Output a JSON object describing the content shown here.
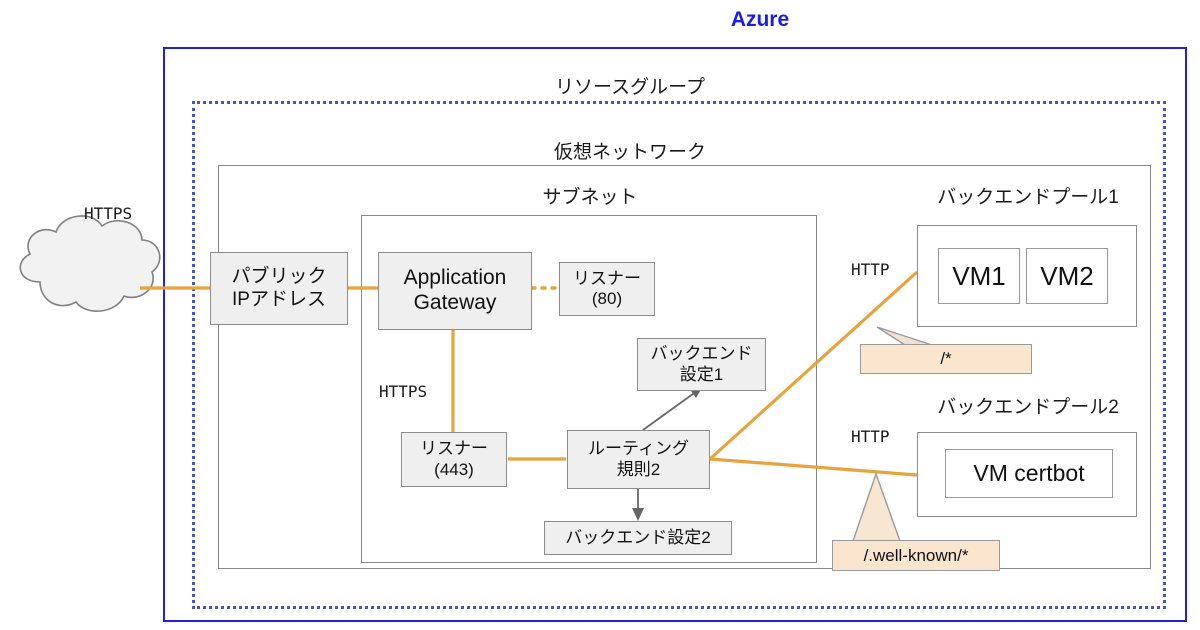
{
  "diagram": {
    "cloud_title": "Azure",
    "resource_group_label": "リソースグループ",
    "vnet_label": "仮想ネットワーク",
    "subnet_label": "サブネット",
    "backend_pool_1_label": "バックエンドプール1",
    "backend_pool_2_label": "バックエンドプール2"
  },
  "nodes": {
    "internet_cloud": "",
    "public_ip": "パブリック\nIPアドレス",
    "public_ip_line1": "パブリック",
    "public_ip_line2": "IPアドレス",
    "app_gateway_line1": "Application",
    "app_gateway_line2": "Gateway",
    "listener_80_line1": "リスナー",
    "listener_80_line2": "(80)",
    "listener_443_line1": "リスナー",
    "listener_443_line2": "(443)",
    "routing_rule_2_line1": "ルーティング",
    "routing_rule_2_line2": "規則2",
    "backend_setting_1_line1": "バックエンド",
    "backend_setting_1_line2": "設定1",
    "backend_setting_2": "バックエンド設定2",
    "vm1": "VM1",
    "vm2": "VM2",
    "vm_certbot": "VM certbot"
  },
  "labels": {
    "https_internet": "HTTPS",
    "https_gateway": "HTTPS",
    "http_pool1": "HTTP",
    "http_pool2": "HTTP"
  },
  "callouts": {
    "path_wildcard": "/*",
    "path_well_known": "/.well-known/*"
  },
  "colors": {
    "azure_blue": "#2222dd",
    "azure_title": "#1a1aee",
    "resource_group_dots": "#4455cc",
    "frame_gray": "#888888",
    "traffic_orange": "#e8a33d",
    "node_fill": "#efefef",
    "callout_fill": "#fae5cf",
    "arrow_gray": "#666666"
  }
}
